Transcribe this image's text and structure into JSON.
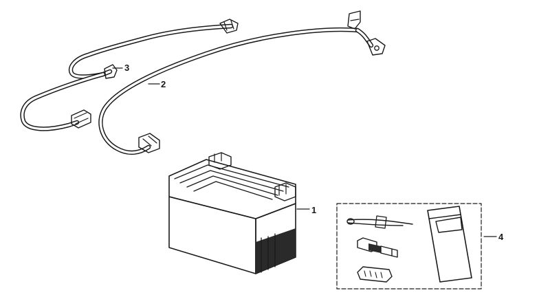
{
  "callouts": {
    "battery": "1",
    "positive_cable": "2",
    "negative_cable": "3",
    "accessory_kit": "4"
  },
  "colors": {
    "line": "#1a1a1a",
    "background": "#ffffff"
  }
}
